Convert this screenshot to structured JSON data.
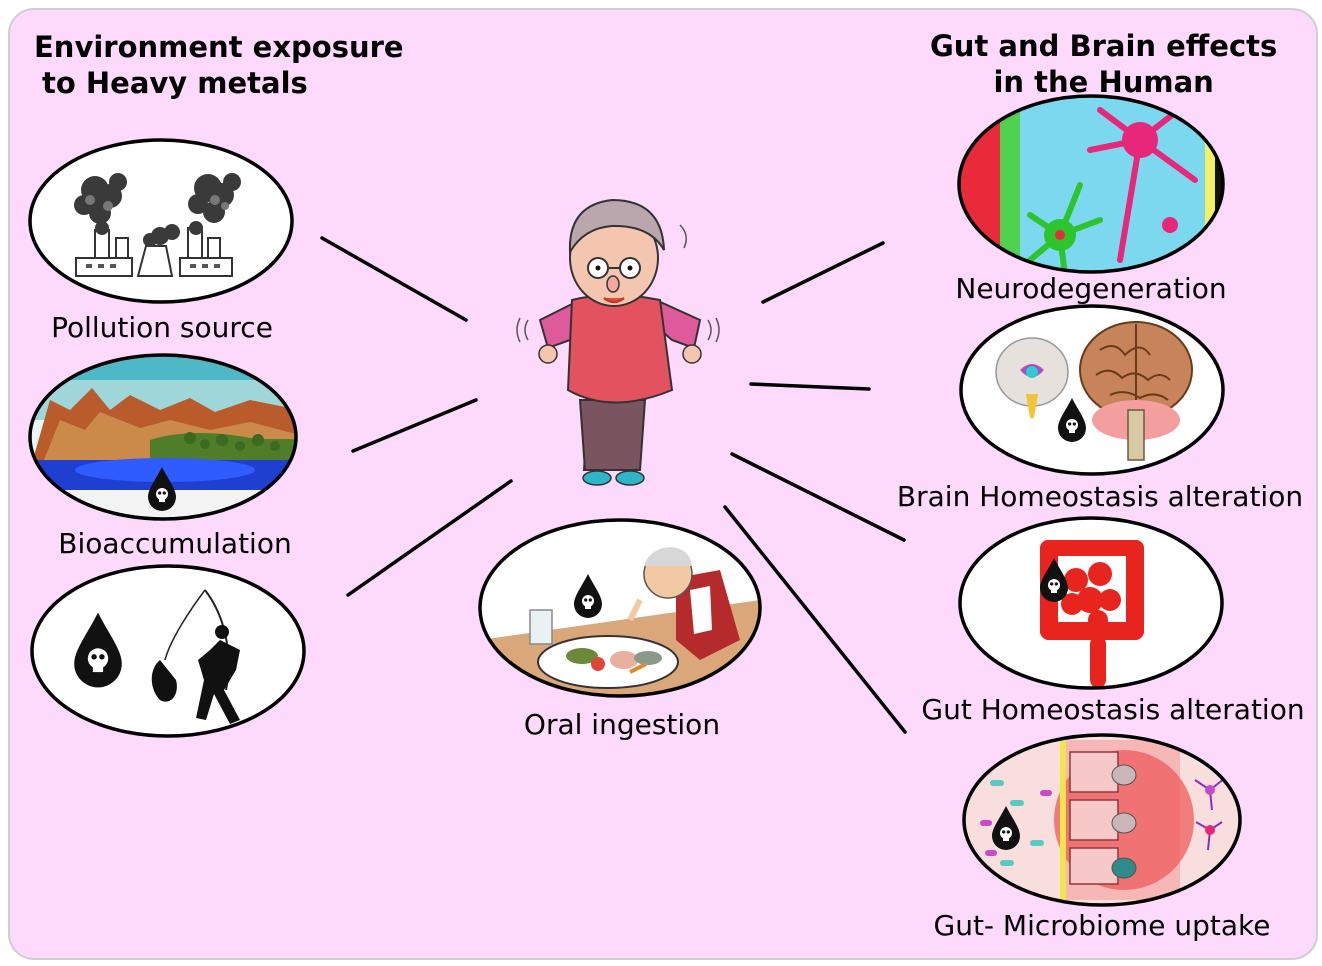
{
  "headings": {
    "left_line1": "Environment exposure",
    "left_line2": "to Heavy metals",
    "right_line1": "Gut and Brain effects",
    "right_line2": "in the Human"
  },
  "labels": {
    "pollution": "Pollution source",
    "bioaccumulation": "Bioaccumulation",
    "oral": "Oral ingestion",
    "neuro": "Neurodegeneration",
    "brain": "Brain Homeostasis alteration",
    "gut": "Gut Homeostasis alteration",
    "microbiome": "Gut- Microbiome uptake"
  },
  "colors": {
    "background": "#fdd9fb",
    "connector": "#000000",
    "toxic_drop": "#111111",
    "neuron_pink": "#e8267a",
    "neuron_green": "#2ec42e",
    "gut_red": "#e8241f",
    "shirt": "#e2525f",
    "sleeves": "#de5a9a"
  },
  "icons": [
    "factory-smoke-icon",
    "mountain-lake-icon",
    "fisherman-icon",
    "toxic-drop-icon",
    "neuron-icon",
    "brain-icon",
    "intestine-icon",
    "epithelium-cells-icon",
    "elderly-person-icon",
    "eating-person-icon"
  ]
}
